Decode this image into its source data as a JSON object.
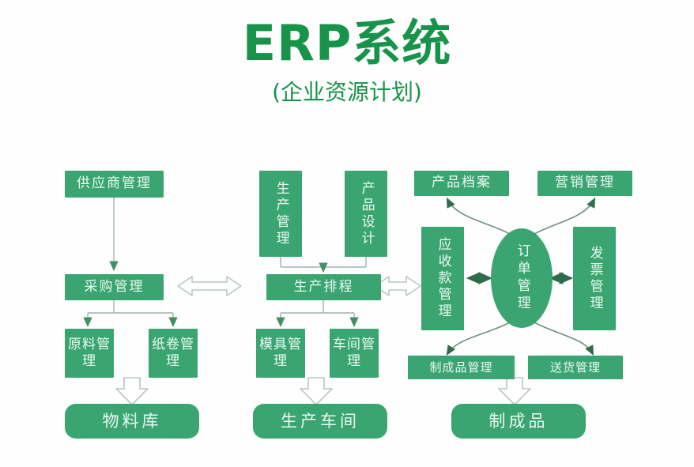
{
  "title": {
    "main": "ERP系统",
    "sub": "(企业资源计划)",
    "color": "#17944a"
  },
  "theme": {
    "node_fill": "#3aa571",
    "node_text": "#eafaf1",
    "connector": "#9fb4ab",
    "hollow_arrow_fill": "#ffffff",
    "hollow_arrow_stroke": "#b9c6c0",
    "background": "#fefefe"
  },
  "diagram": {
    "type": "flowchart",
    "columns": [
      {
        "name": "procurement",
        "nodes": [
          {
            "id": "supplier-mgmt",
            "label": "供应商管理",
            "shape": "rect",
            "orientation": "horizontal"
          },
          {
            "id": "purchase-mgmt",
            "label": "采购管理",
            "shape": "rect",
            "orientation": "horizontal"
          },
          {
            "id": "raw-material",
            "label": "原料管理",
            "shape": "rect",
            "orientation": "horizontal"
          },
          {
            "id": "paper-roll",
            "label": "纸卷管理",
            "shape": "rect",
            "orientation": "horizontal"
          },
          {
            "id": "material-store",
            "label": "物料库",
            "shape": "round",
            "orientation": "horizontal"
          }
        ]
      },
      {
        "name": "production",
        "nodes": [
          {
            "id": "production-mgmt",
            "label": "生产管理",
            "shape": "rect",
            "orientation": "vertical"
          },
          {
            "id": "product-design",
            "label": "产品设计",
            "shape": "rect",
            "orientation": "vertical"
          },
          {
            "id": "production-sched",
            "label": "生产排程",
            "shape": "rect",
            "orientation": "horizontal"
          },
          {
            "id": "mold-mgmt",
            "label": "模具管理",
            "shape": "rect",
            "orientation": "horizontal"
          },
          {
            "id": "workshop-mgmt",
            "label": "车间管理",
            "shape": "rect",
            "orientation": "horizontal"
          },
          {
            "id": "production-floor",
            "label": "生产车间",
            "shape": "round",
            "orientation": "horizontal"
          }
        ]
      },
      {
        "name": "sales",
        "nodes": [
          {
            "id": "product-archive",
            "label": "产品档案",
            "shape": "rect",
            "orientation": "horizontal"
          },
          {
            "id": "marketing-mgmt",
            "label": "营销管理",
            "shape": "rect",
            "orientation": "horizontal"
          },
          {
            "id": "receivable-mgmt",
            "label": "应收款管理",
            "shape": "rect",
            "orientation": "vertical"
          },
          {
            "id": "order-mgmt",
            "label": "订单管理",
            "shape": "ellipse",
            "orientation": "vertical"
          },
          {
            "id": "invoice-mgmt",
            "label": "发票管理",
            "shape": "rect",
            "orientation": "vertical"
          },
          {
            "id": "finished-goods-mgmt",
            "label": "制成品管理",
            "shape": "rect",
            "orientation": "horizontal"
          },
          {
            "id": "delivery-mgmt",
            "label": "送货管理",
            "shape": "rect",
            "orientation": "horizontal"
          },
          {
            "id": "finished-goods",
            "label": "制成品",
            "shape": "round",
            "orientation": "horizontal"
          }
        ]
      }
    ],
    "connectors": [
      {
        "from": "supplier-mgmt",
        "to": "purchase-mgmt",
        "kind": "arrow-down"
      },
      {
        "from": "purchase-mgmt",
        "to": "raw-material",
        "kind": "arrow-down-branch"
      },
      {
        "from": "purchase-mgmt",
        "to": "paper-roll",
        "kind": "arrow-down-branch"
      },
      {
        "from": "raw-material",
        "to": "material-store",
        "kind": "block-arrow-down"
      },
      {
        "from": "production-mgmt",
        "to": "production-sched",
        "kind": "arrow-down-merge"
      },
      {
        "from": "product-design",
        "to": "production-sched",
        "kind": "arrow-down-merge"
      },
      {
        "from": "production-sched",
        "to": "mold-mgmt",
        "kind": "arrow-down-branch"
      },
      {
        "from": "production-sched",
        "to": "workshop-mgmt",
        "kind": "arrow-down-branch"
      },
      {
        "from": "mold-mgmt",
        "to": "production-floor",
        "kind": "block-arrow-down"
      },
      {
        "from": "purchase-mgmt",
        "to": "production-sched",
        "kind": "block-arrow-double"
      },
      {
        "from": "production-sched",
        "to": "receivable-mgmt",
        "kind": "block-arrow-double"
      },
      {
        "from": "order-mgmt",
        "to": "receivable-mgmt",
        "kind": "arrow-double-line"
      },
      {
        "from": "order-mgmt",
        "to": "invoice-mgmt",
        "kind": "arrow-double-line"
      },
      {
        "from": "order-mgmt",
        "to": "product-archive",
        "kind": "curved-arrow"
      },
      {
        "from": "order-mgmt",
        "to": "marketing-mgmt",
        "kind": "curved-arrow"
      },
      {
        "from": "order-mgmt",
        "to": "finished-goods-mgmt",
        "kind": "curved-arrow"
      },
      {
        "from": "order-mgmt",
        "to": "delivery-mgmt",
        "kind": "curved-arrow"
      },
      {
        "from": "finished-goods-mgmt",
        "to": "finished-goods",
        "kind": "block-arrow-down"
      }
    ]
  }
}
